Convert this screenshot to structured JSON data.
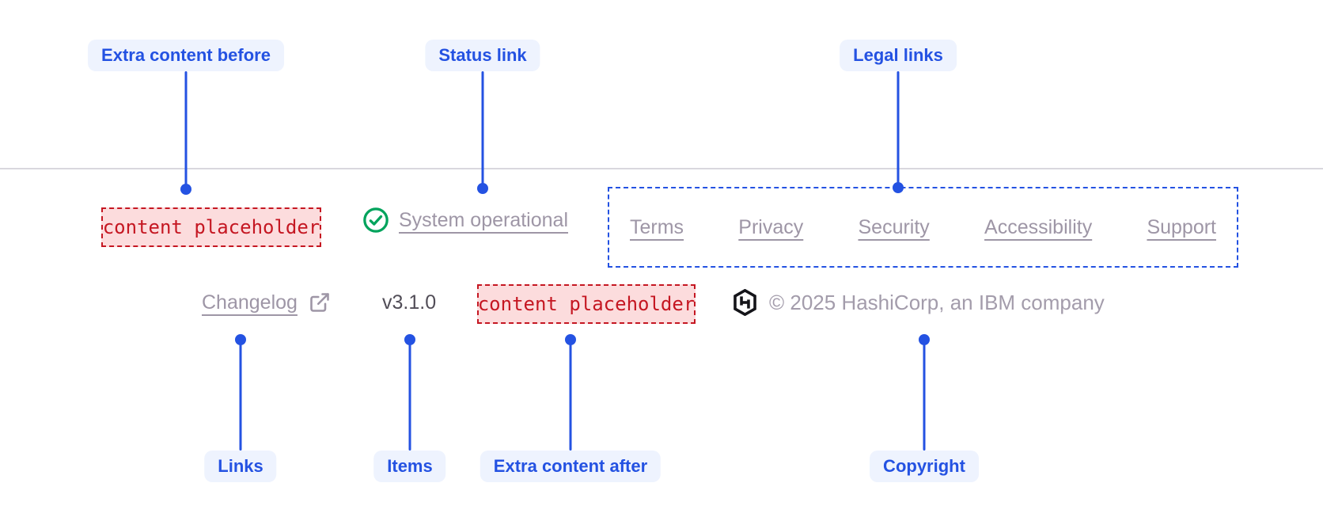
{
  "colors": {
    "accent_blue": "#2452e2",
    "pill_background": "#eef3fe",
    "link_gray": "#9e96a6",
    "version_text": "#514d57",
    "copyright_gray": "#a39cab",
    "success_green": "#00a35c",
    "placeholder_red": "#c51722",
    "placeholder_background": "#fcdcdd",
    "divider_gray": "#d9d7de",
    "logo_black": "#141419"
  },
  "callouts": {
    "extra_before": "Extra content before",
    "status_link": "Status link",
    "legal_links": "Legal links",
    "links": "Links",
    "items": "Items",
    "extra_after": "Extra content after",
    "copyright": "Copyright"
  },
  "footer": {
    "extra_content_before": "content placeholder",
    "status": {
      "label": "System operational",
      "icon": "check-circle-icon"
    },
    "legal": {
      "links": [
        "Terms",
        "Privacy",
        "Security",
        "Accessibility",
        "Support"
      ]
    },
    "links": {
      "changelog": "Changelog",
      "icon": "external-link-icon"
    },
    "items": {
      "version": "v3.1.0"
    },
    "extra_content_after": "content placeholder",
    "copyright": {
      "text": "© 2025 HashiCorp, an IBM company",
      "logo": "hashicorp-logo-icon"
    }
  }
}
